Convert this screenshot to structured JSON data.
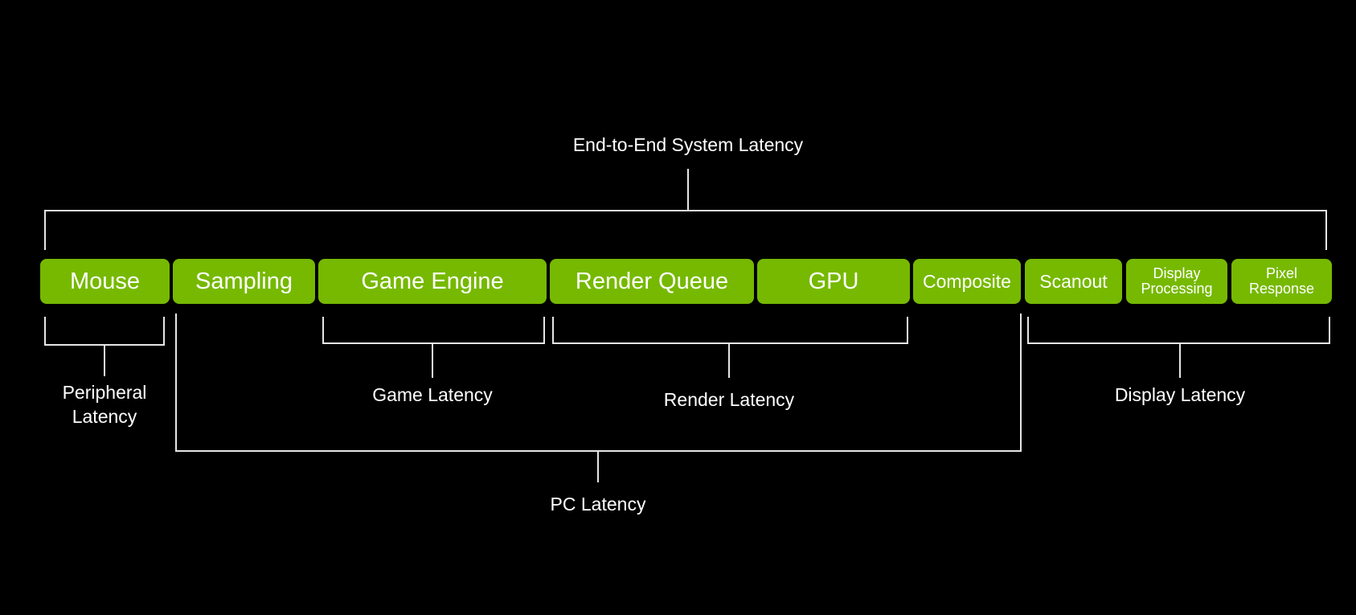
{
  "colors": {
    "background": "#000000",
    "stage_fill": "#76b900",
    "text": "#ffffff",
    "bracket_line": "#e6e6e6"
  },
  "title": "End-to-End System Latency",
  "stages": [
    {
      "label": "Mouse"
    },
    {
      "label": "Sampling"
    },
    {
      "label": "Game Engine"
    },
    {
      "label": "Render Queue"
    },
    {
      "label": "GPU"
    },
    {
      "label": "Composite"
    },
    {
      "label": "Scanout"
    },
    {
      "label": "Display",
      "label2": "Processing"
    },
    {
      "label": "Pixel",
      "label2": "Response"
    }
  ],
  "groups": {
    "peripheral": {
      "line1": "Peripheral",
      "line2": "Latency"
    },
    "game": "Game Latency",
    "render": "Render Latency",
    "display": "Display Latency",
    "pc": "PC Latency"
  }
}
